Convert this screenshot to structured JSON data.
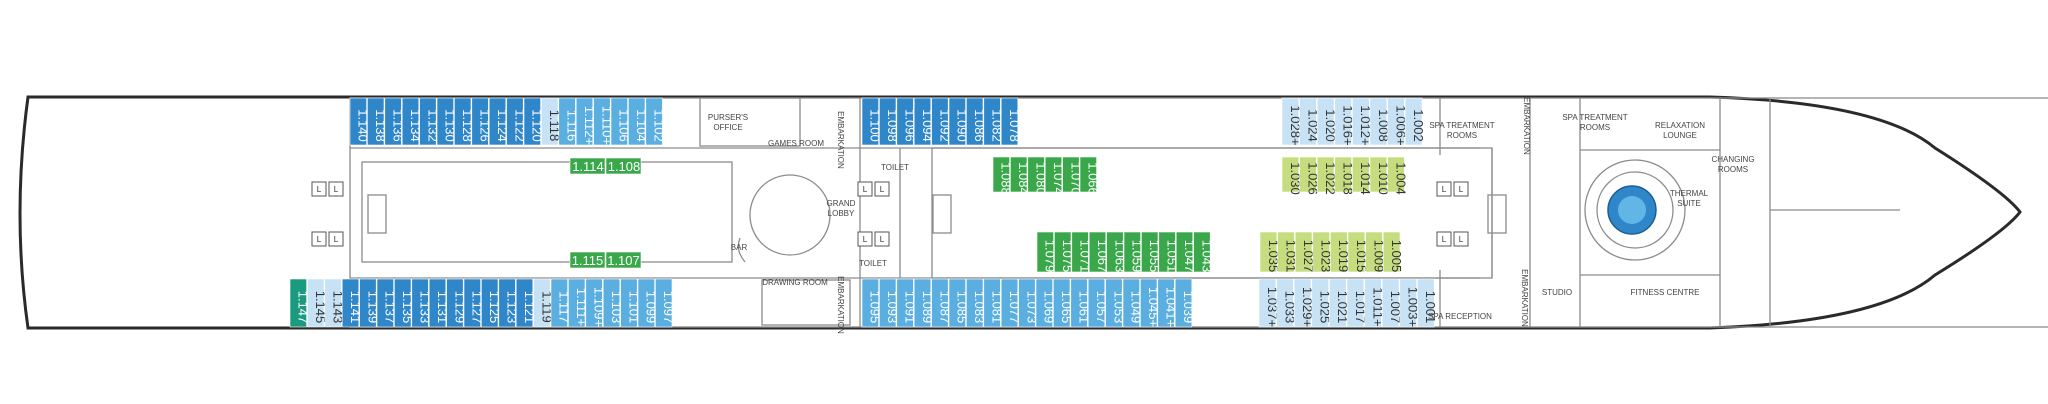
{
  "colors": {
    "outline": "#2a2a2a",
    "wall": "#8c8c8c",
    "dark_blue": "#2f86c9",
    "mid_blue": "#5aaee0",
    "light_blue": "#c6e2f4",
    "green": "#3aa84a",
    "lime": "#c5dd7f",
    "teal": "#1a9a7e",
    "pool": "#2f86c9"
  },
  "cabins": {
    "port_aft": [
      {
        "label": "1.140",
        "style": "dark_blue"
      },
      {
        "label": "1.138",
        "style": "dark_blue"
      },
      {
        "label": "1.136",
        "style": "dark_blue"
      },
      {
        "label": "1.134",
        "style": "dark_blue"
      },
      {
        "label": "1.132",
        "style": "dark_blue"
      },
      {
        "label": "1.130",
        "style": "dark_blue"
      },
      {
        "label": "1.128",
        "style": "dark_blue"
      },
      {
        "label": "1.126",
        "style": "dark_blue"
      },
      {
        "label": "1.124",
        "style": "dark_blue"
      },
      {
        "label": "1.122",
        "style": "dark_blue"
      },
      {
        "label": "1.120",
        "style": "dark_blue"
      },
      {
        "label": "1.118",
        "style": "light_blue"
      },
      {
        "label": "1.116",
        "style": "mid_blue"
      },
      {
        "label": "1.112+",
        "style": "mid_blue"
      },
      {
        "label": "1.110+",
        "style": "mid_blue"
      },
      {
        "label": "1.106",
        "style": "mid_blue"
      },
      {
        "label": "1.104",
        "style": "mid_blue"
      },
      {
        "label": "1.102",
        "style": "mid_blue"
      }
    ],
    "port_mid": [
      {
        "label": "1.100",
        "style": "dark_blue"
      },
      {
        "label": "1.098",
        "style": "dark_blue"
      },
      {
        "label": "1.096",
        "style": "dark_blue"
      },
      {
        "label": "1.094",
        "style": "dark_blue"
      },
      {
        "label": "1.092",
        "style": "dark_blue"
      },
      {
        "label": "1.090",
        "style": "dark_blue"
      },
      {
        "label": "1.086",
        "style": "dark_blue"
      },
      {
        "label": "1.082",
        "style": "dark_blue"
      },
      {
        "label": "1.078",
        "style": "dark_blue"
      }
    ],
    "port_fwd": [
      {
        "label": "1.028+",
        "style": "light_blue"
      },
      {
        "label": "1.024",
        "style": "light_blue"
      },
      {
        "label": "1.020",
        "style": "light_blue"
      },
      {
        "label": "1.016+",
        "style": "light_blue"
      },
      {
        "label": "1.012+",
        "style": "light_blue"
      },
      {
        "label": "1.008",
        "style": "light_blue"
      },
      {
        "label": "1.006+",
        "style": "light_blue"
      },
      {
        "label": "1.002",
        "style": "light_blue"
      }
    ],
    "stbd_aft": [
      {
        "label": "1.147",
        "style": "teal"
      },
      {
        "label": "1.145",
        "style": "light_blue"
      },
      {
        "label": "1.143",
        "style": "light_blue"
      },
      {
        "label": "1.141",
        "style": "dark_blue"
      },
      {
        "label": "1.139",
        "style": "dark_blue"
      },
      {
        "label": "1.137",
        "style": "dark_blue"
      },
      {
        "label": "1.135",
        "style": "dark_blue"
      },
      {
        "label": "1.133",
        "style": "dark_blue"
      },
      {
        "label": "1.131",
        "style": "dark_blue"
      },
      {
        "label": "1.129",
        "style": "dark_blue"
      },
      {
        "label": "1.127",
        "style": "dark_blue"
      },
      {
        "label": "1.125",
        "style": "dark_blue"
      },
      {
        "label": "1.123",
        "style": "dark_blue"
      },
      {
        "label": "1.121",
        "style": "dark_blue"
      },
      {
        "label": "1.119",
        "style": "light_blue"
      },
      {
        "label": "1.117",
        "style": "mid_blue"
      },
      {
        "label": "1.111+",
        "style": "mid_blue"
      },
      {
        "label": "1.109+",
        "style": "mid_blue"
      },
      {
        "label": "1.103",
        "style": "mid_blue"
      },
      {
        "label": "1.101",
        "style": "mid_blue"
      },
      {
        "label": "1.099",
        "style": "mid_blue"
      },
      {
        "label": "1.097",
        "style": "mid_blue"
      }
    ],
    "stbd_mid": [
      {
        "label": "1.095",
        "style": "mid_blue"
      },
      {
        "label": "1.093",
        "style": "mid_blue"
      },
      {
        "label": "1.091",
        "style": "mid_blue"
      },
      {
        "label": "1.089",
        "style": "mid_blue"
      },
      {
        "label": "1.087",
        "style": "mid_blue"
      },
      {
        "label": "1.085",
        "style": "mid_blue"
      },
      {
        "label": "1.083",
        "style": "mid_blue"
      },
      {
        "label": "1.081",
        "style": "mid_blue"
      },
      {
        "label": "1.077",
        "style": "mid_blue"
      },
      {
        "label": "1.073",
        "style": "mid_blue"
      },
      {
        "label": "1.069",
        "style": "mid_blue"
      },
      {
        "label": "1.065",
        "style": "mid_blue"
      },
      {
        "label": "1.061",
        "style": "mid_blue"
      },
      {
        "label": "1.057",
        "style": "mid_blue"
      },
      {
        "label": "1.053",
        "style": "mid_blue"
      },
      {
        "label": "1.049",
        "style": "mid_blue"
      },
      {
        "label": "1.045+",
        "style": "mid_blue"
      },
      {
        "label": "1.041+",
        "style": "mid_blue"
      },
      {
        "label": "1.039",
        "style": "mid_blue"
      }
    ],
    "stbd_fwd": [
      {
        "label": "1.037+",
        "style": "light_blue"
      },
      {
        "label": "1.033",
        "style": "light_blue"
      },
      {
        "label": "1.029+",
        "style": "light_blue"
      },
      {
        "label": "1.025",
        "style": "light_blue"
      },
      {
        "label": "1.021",
        "style": "light_blue"
      },
      {
        "label": "1.017",
        "style": "light_blue"
      },
      {
        "label": "1.011+",
        "style": "light_blue"
      },
      {
        "label": "1.007",
        "style": "light_blue"
      },
      {
        "label": "1.003+",
        "style": "light_blue"
      },
      {
        "label": "1.001",
        "style": "light_blue"
      }
    ],
    "inner_aft": [
      {
        "label": "1.114",
        "style": "green"
      },
      {
        "label": "1.108",
        "style": "green"
      },
      {
        "label": "1.115",
        "style": "green"
      },
      {
        "label": "1.107",
        "style": "green"
      }
    ],
    "inner_green_top": [
      {
        "label": "1.088",
        "style": "green"
      },
      {
        "label": "1.084",
        "style": "green"
      },
      {
        "label": "1.080",
        "style": "green"
      },
      {
        "label": "1.074",
        "style": "green"
      },
      {
        "label": "1.070",
        "style": "green"
      },
      {
        "label": "1.066",
        "style": "green"
      }
    ],
    "inner_green_bottom": [
      {
        "label": "1.079",
        "style": "green"
      },
      {
        "label": "1.075",
        "style": "green"
      },
      {
        "label": "1.071",
        "style": "green"
      },
      {
        "label": "1.067",
        "style": "green"
      },
      {
        "label": "1.063",
        "style": "green"
      },
      {
        "label": "1.059",
        "style": "green"
      },
      {
        "label": "1.055",
        "style": "green"
      },
      {
        "label": "1.051",
        "style": "green"
      },
      {
        "label": "1.047",
        "style": "green"
      },
      {
        "label": "1.043",
        "style": "green"
      }
    ],
    "inner_lime_top": [
      {
        "label": "1.030",
        "style": "lime"
      },
      {
        "label": "1.026",
        "style": "lime"
      },
      {
        "label": "1.022",
        "style": "lime"
      },
      {
        "label": "1.018",
        "style": "lime"
      },
      {
        "label": "1.014",
        "style": "lime"
      },
      {
        "label": "1.010",
        "style": "lime"
      },
      {
        "label": "1.004",
        "style": "lime"
      }
    ],
    "inner_lime_bottom": [
      {
        "label": "1.035",
        "style": "lime"
      },
      {
        "label": "1.031",
        "style": "lime"
      },
      {
        "label": "1.027",
        "style": "lime"
      },
      {
        "label": "1.023",
        "style": "lime"
      },
      {
        "label": "1.019",
        "style": "lime"
      },
      {
        "label": "1.015",
        "style": "lime"
      },
      {
        "label": "1.009",
        "style": "lime"
      },
      {
        "label": "1.005",
        "style": "lime"
      }
    ]
  },
  "rooms": {
    "pursers_office": [
      "PURSER'S",
      "OFFICE"
    ],
    "games_room": "GAMES ROOM",
    "grand_lobby": [
      "GRAND",
      "LOBBY"
    ],
    "toilet_top": "TOILET",
    "toilet_bottom": "TOILET",
    "drawing_room": "DRAWING ROOM",
    "bar": "BAR",
    "embarkation": "EMBARKATION",
    "spa_treatment_rooms_a": [
      "SPA TREATMENT",
      "ROOMS"
    ],
    "spa_treatment_rooms_b": [
      "SPA TREATMENT",
      "ROOMS"
    ],
    "relaxation_lounge": [
      "RELAXATION",
      "LOUNGE"
    ],
    "changing_rooms": [
      "CHANGING",
      "ROOMS"
    ],
    "thermal_suite": [
      "THERMAL",
      "SUITE"
    ],
    "spa_reception": "SPA RECEPTION",
    "studio": "STUDIO",
    "fitness_centre": "FITNESS CENTRE",
    "lift": "L"
  }
}
